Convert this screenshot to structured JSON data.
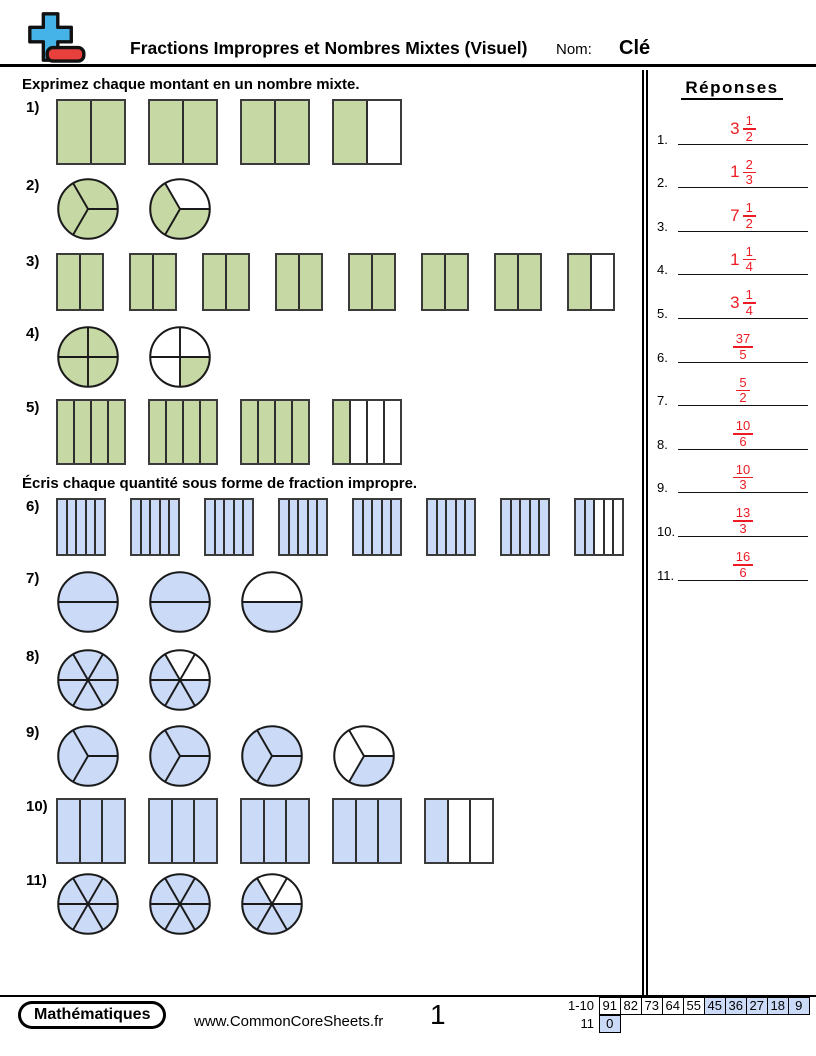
{
  "header": {
    "title": "Fractions Impropres et Nombres Mixtes (Visuel)",
    "name_label": "Nom:",
    "name_value": "Clé"
  },
  "sections": [
    {
      "instruction": "Exprimez chaque montant en un nombre mixte.",
      "questions": [
        {
          "label": "1)",
          "shape": "rect",
          "parts": 2,
          "fill": "green",
          "shaded": [
            2,
            2,
            2,
            1
          ],
          "w": 70,
          "h": 66,
          "gap": 22
        },
        {
          "label": "2)",
          "shape": "circle",
          "parts": 3,
          "fill": "green",
          "shaded": [
            3,
            2
          ],
          "d": 64,
          "gap": 28
        },
        {
          "label": "3)",
          "shape": "rect",
          "parts": 2,
          "fill": "green",
          "shaded": [
            2,
            2,
            2,
            2,
            2,
            2,
            2,
            1
          ],
          "w": 48,
          "h": 58,
          "gap": 25
        },
        {
          "label": "4)",
          "shape": "circle",
          "parts": 4,
          "fill": "green",
          "shaded": [
            4,
            1
          ],
          "d": 64,
          "gap": 28
        },
        {
          "label": "5)",
          "shape": "rect",
          "parts": 4,
          "fill": "green",
          "shaded": [
            4,
            4,
            4,
            1
          ],
          "w": 70,
          "h": 66,
          "gap": 22
        }
      ]
    },
    {
      "instruction": "Écris chaque quantité sous forme de fraction impropre.",
      "questions": [
        {
          "label": "6)",
          "shape": "rect",
          "parts": 5,
          "fill": "blue",
          "shaded": [
            5,
            5,
            5,
            5,
            5,
            5,
            5,
            2
          ],
          "w": 50,
          "h": 58,
          "gap": 24
        },
        {
          "label": "7)",
          "shape": "circle",
          "parts": 2,
          "fill": "blue",
          "shaded": [
            2,
            2,
            1
          ],
          "d": 64,
          "gap": 28
        },
        {
          "label": "8)",
          "shape": "circle",
          "parts": 6,
          "fill": "blue",
          "shaded": [
            6,
            4
          ],
          "d": 64,
          "gap": 28
        },
        {
          "label": "9)",
          "shape": "circle",
          "parts": 3,
          "fill": "blue",
          "shaded": [
            3,
            3,
            3,
            1
          ],
          "d": 64,
          "gap": 28
        },
        {
          "label": "10)",
          "shape": "rect",
          "parts": 3,
          "fill": "blue",
          "shaded": [
            3,
            3,
            3,
            3,
            1
          ],
          "w": 70,
          "h": 66,
          "gap": 22
        },
        {
          "label": "11)",
          "shape": "circle",
          "parts": 6,
          "fill": "blue",
          "shaded": [
            6,
            6,
            4
          ],
          "d": 64,
          "gap": 28
        }
      ]
    }
  ],
  "answers_panel": {
    "title": "Réponses",
    "items": [
      {
        "label": "1.",
        "whole": "3",
        "num": "1",
        "den": "2"
      },
      {
        "label": "2.",
        "whole": "1",
        "num": "2",
        "den": "3"
      },
      {
        "label": "3.",
        "whole": "7",
        "num": "1",
        "den": "2"
      },
      {
        "label": "4.",
        "whole": "1",
        "num": "1",
        "den": "4"
      },
      {
        "label": "5.",
        "whole": "3",
        "num": "1",
        "den": "4"
      },
      {
        "label": "6.",
        "whole": "",
        "num": "37",
        "den": "5"
      },
      {
        "label": "7.",
        "whole": "",
        "num": "5",
        "den": "2"
      },
      {
        "label": "8.",
        "whole": "",
        "num": "10",
        "den": "6"
      },
      {
        "label": "9.",
        "whole": "",
        "num": "10",
        "den": "3"
      },
      {
        "label": "10.",
        "whole": "",
        "num": "13",
        "den": "3"
      },
      {
        "label": "11.",
        "whole": "",
        "num": "16",
        "den": "6"
      }
    ]
  },
  "footer": {
    "badge": "Mathématiques",
    "url": "www.CommonCoreSheets.fr",
    "page": "1",
    "score_rows": [
      {
        "label": "1-10",
        "cells": [
          {
            "v": "91",
            "hl": false
          },
          {
            "v": "82",
            "hl": false
          },
          {
            "v": "73",
            "hl": false
          },
          {
            "v": "64",
            "hl": false
          },
          {
            "v": "55",
            "hl": false
          },
          {
            "v": "45",
            "hl": true
          },
          {
            "v": "36",
            "hl": true
          },
          {
            "v": "27",
            "hl": true
          },
          {
            "v": "18",
            "hl": true
          },
          {
            "v": "9",
            "hl": true
          }
        ]
      },
      {
        "label": "11",
        "cells": [
          {
            "v": "0",
            "hl": true
          }
        ]
      }
    ]
  },
  "colors": {
    "green": "#c6d8a4",
    "blue": "#cadaf7",
    "answer_red": "#ed1c24",
    "logo_blue": "#45b3e7",
    "logo_red": "#e8403d",
    "score_highlight": "#cadaf7"
  }
}
